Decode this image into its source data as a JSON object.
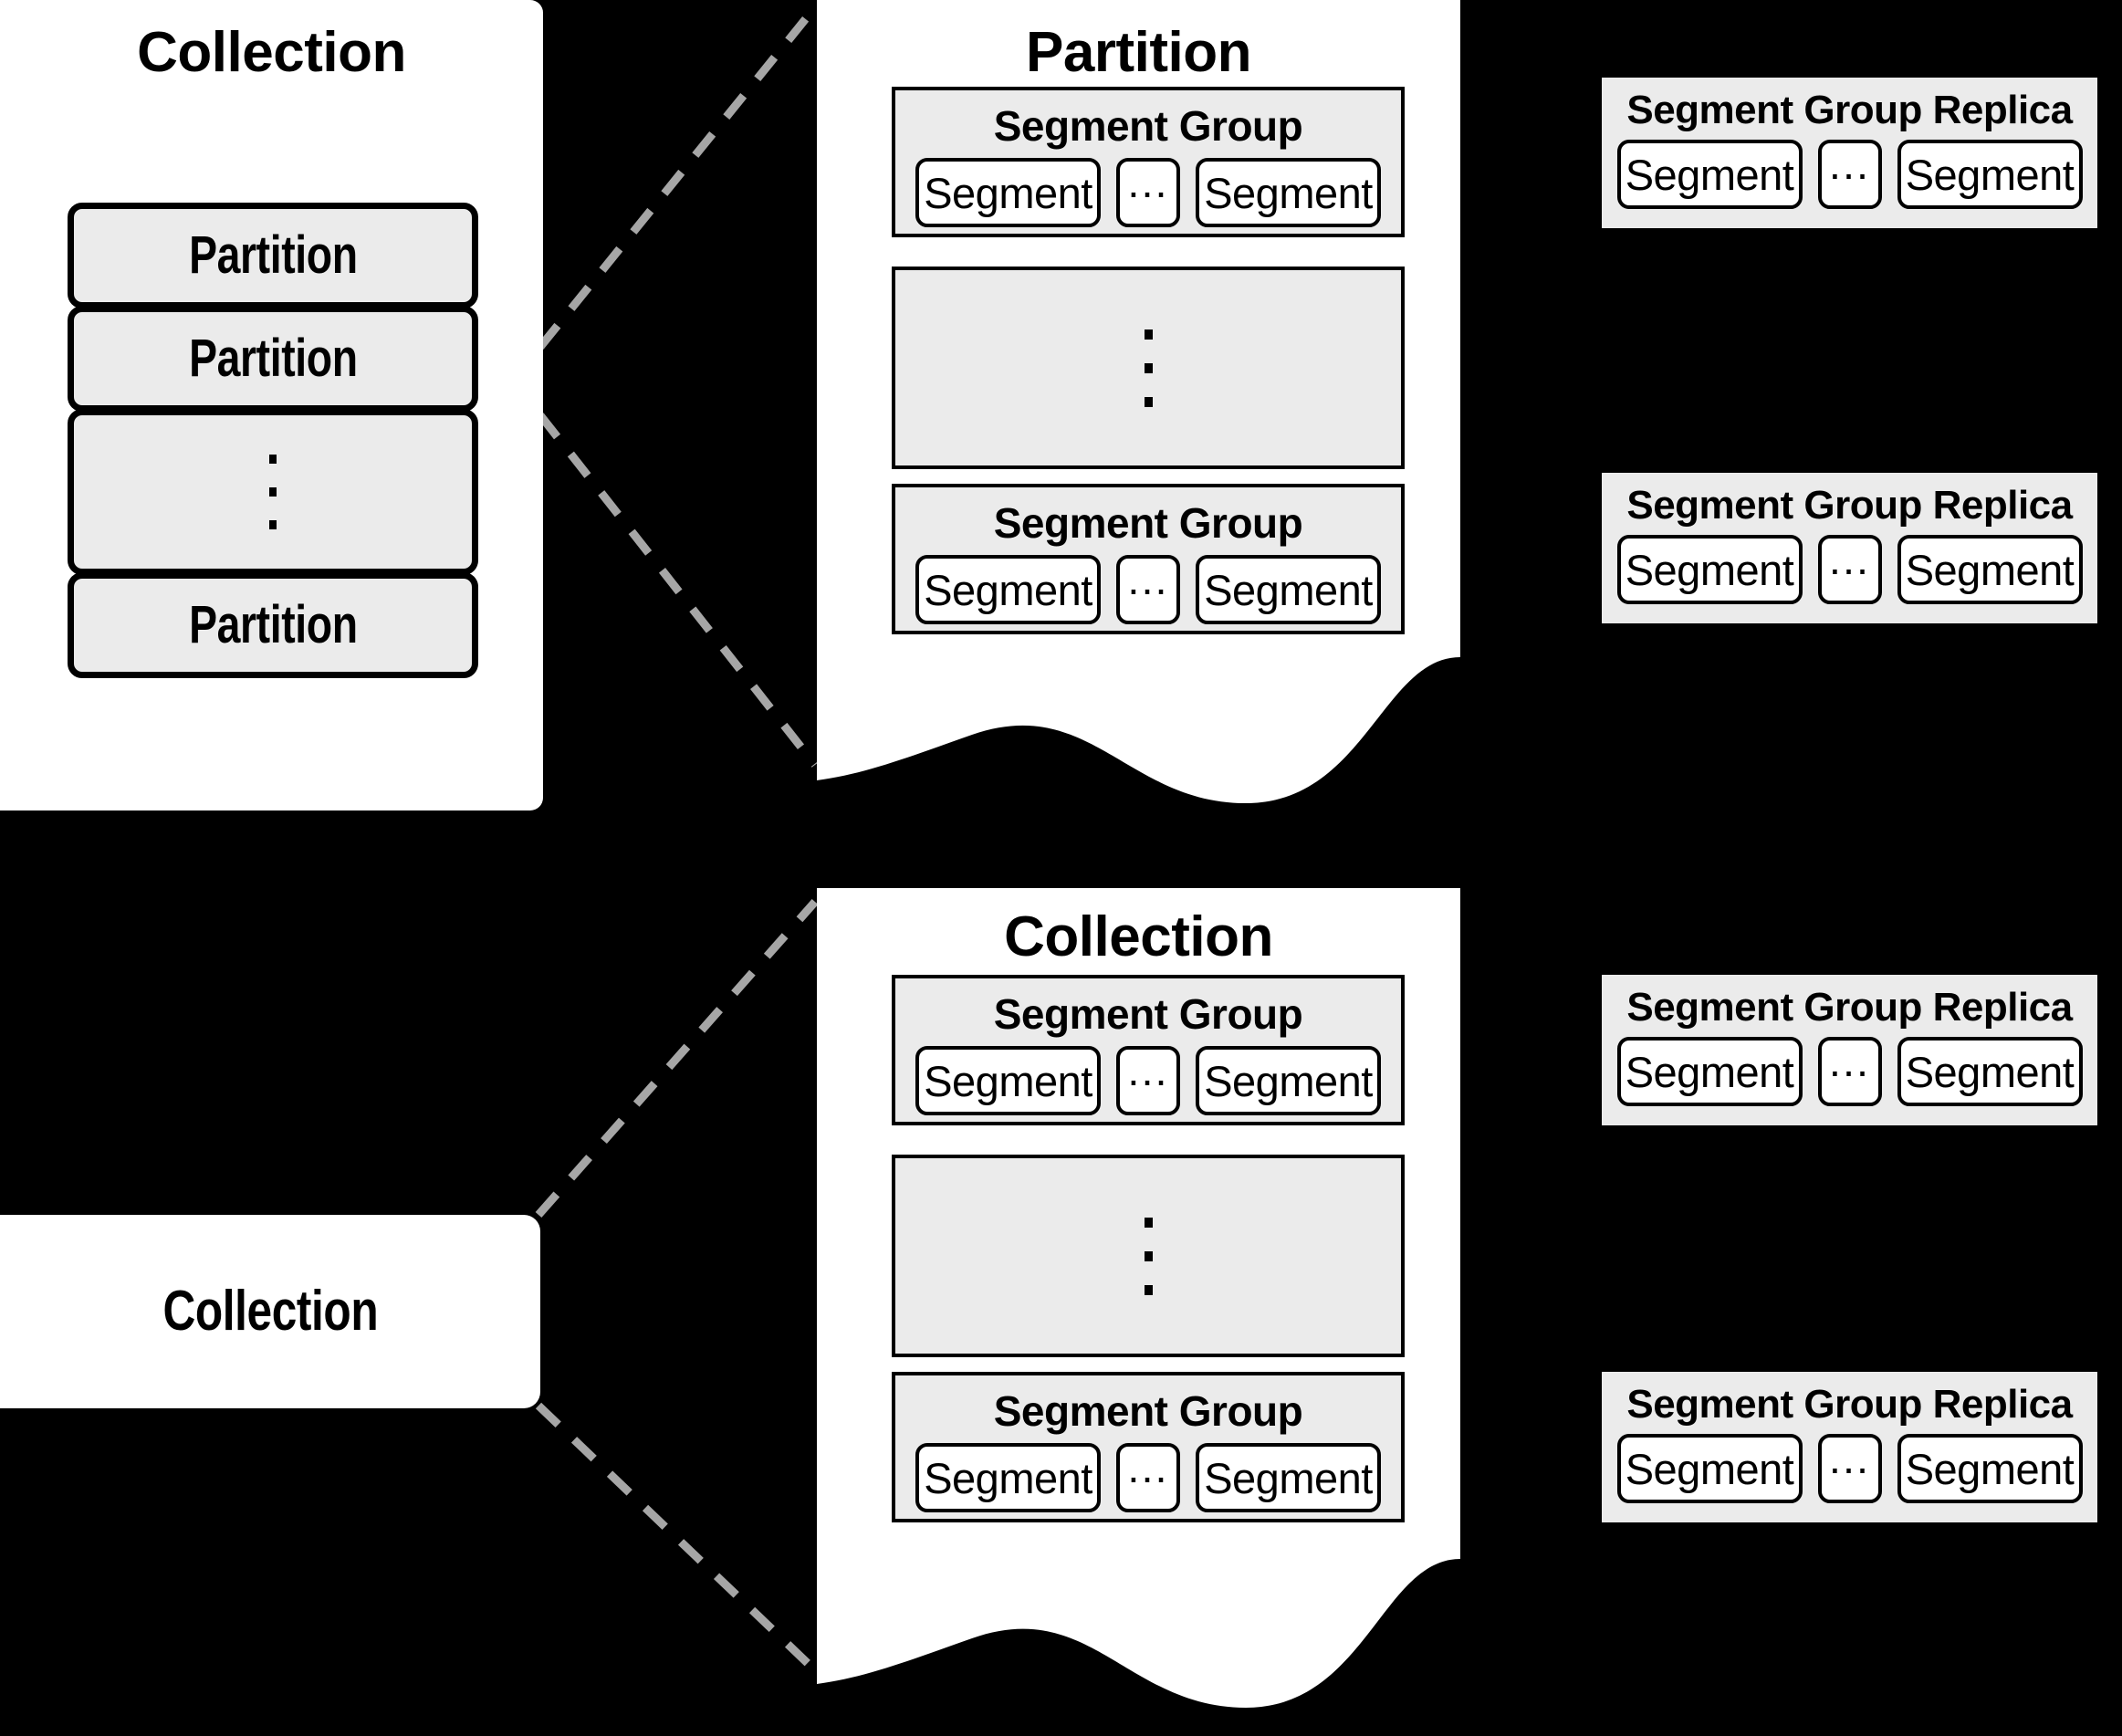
{
  "colors": {
    "background": "#000000",
    "card": "#ffffff",
    "box_fill": "#ebebeb",
    "outline": "#000000",
    "connector": "#a6a6a6"
  },
  "left_collection_top": {
    "title": "Collection",
    "partitions": [
      {
        "label": "Partition",
        "kind": "item"
      },
      {
        "label": "Partition",
        "kind": "item"
      },
      {
        "label": "",
        "kind": "ellipsis-vertical"
      },
      {
        "label": "Partition",
        "kind": "item"
      }
    ]
  },
  "left_collection_bottom": {
    "title": "Collection"
  },
  "partition_card": {
    "title": "Partition",
    "segment_groups": [
      {
        "title": "Segment Group",
        "segments": [
          "Segment",
          "...",
          "Segment"
        ]
      },
      {
        "title": "",
        "kind": "ellipsis-vertical"
      },
      {
        "title": "Segment Group",
        "segments": [
          "Segment",
          "...",
          "Segment"
        ]
      }
    ]
  },
  "collection_card": {
    "title": "Collection",
    "segment_groups": [
      {
        "title": "Segment Group",
        "segments": [
          "Segment",
          "...",
          "Segment"
        ]
      },
      {
        "title": "",
        "kind": "ellipsis-vertical"
      },
      {
        "title": "Segment Group",
        "segments": [
          "Segment",
          "...",
          "Segment"
        ]
      }
    ]
  },
  "replicas": [
    {
      "title": "Segment Group Replica",
      "segments": [
        "Segment",
        "...",
        "Segment"
      ],
      "pairs_with": "partition-card-segment-group-1"
    },
    {
      "title": "Segment Group Replica",
      "segments": [
        "Segment",
        "...",
        "Segment"
      ],
      "pairs_with": "partition-card-segment-group-2"
    },
    {
      "title": "Segment Group Replica",
      "segments": [
        "Segment",
        "...",
        "Segment"
      ],
      "pairs_with": "collection-card-segment-group-1"
    },
    {
      "title": "Segment Group Replica",
      "segments": [
        "Segment",
        "...",
        "Segment"
      ],
      "pairs_with": "collection-card-segment-group-2"
    }
  ],
  "ellipsis_glyph": "...",
  "connectors": [
    {
      "name": "collection-top-to-partition-card-upper"
    },
    {
      "name": "collection-top-to-partition-card-lower"
    },
    {
      "name": "collection-bottom-to-collection-card-upper"
    },
    {
      "name": "collection-bottom-to-collection-card-lower"
    }
  ]
}
